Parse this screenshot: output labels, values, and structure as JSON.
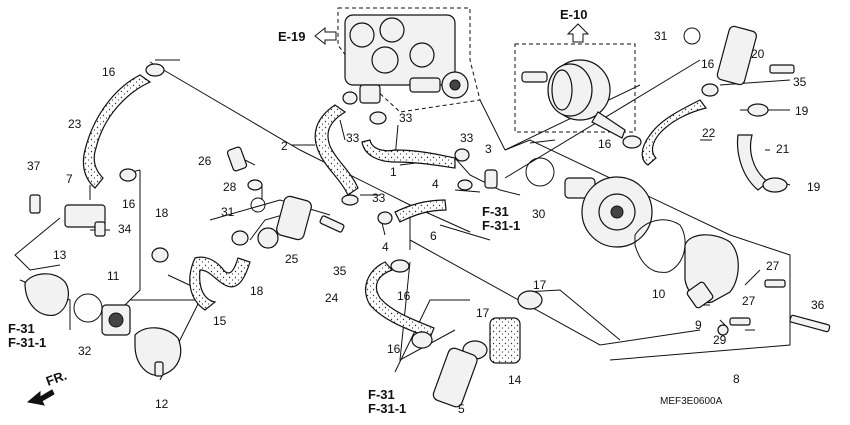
{
  "callouts": [
    "1",
    "2",
    "3",
    "4",
    "4",
    "5",
    "6",
    "7",
    "8",
    "9",
    "10",
    "11",
    "12",
    "13",
    "14",
    "15",
    "16",
    "16",
    "16",
    "16",
    "16",
    "16",
    "17",
    "17",
    "18",
    "18",
    "19",
    "19",
    "20",
    "21",
    "22",
    "23",
    "24",
    "25",
    "26",
    "27",
    "27",
    "28",
    "29",
    "30",
    "31",
    "31",
    "32",
    "33",
    "33",
    "33",
    "33",
    "34",
    "35",
    "35",
    "36",
    "37"
  ],
  "refs": {
    "e19": "E-19",
    "e10": "E-10",
    "f31_left": "F-31",
    "f31_1_left": "F-31-1",
    "f31_center": "F-31",
    "f31_1_center": "F-31-1",
    "f31_bottom": "F-31",
    "f31_1_bottom": "F-31-1"
  },
  "front_label": "FR.",
  "diagram_code": "MEF3E0600A",
  "icons": [
    "arrow-left-outline-icon",
    "arrow-up-outline-icon",
    "front-direction-arrow-icon"
  ]
}
